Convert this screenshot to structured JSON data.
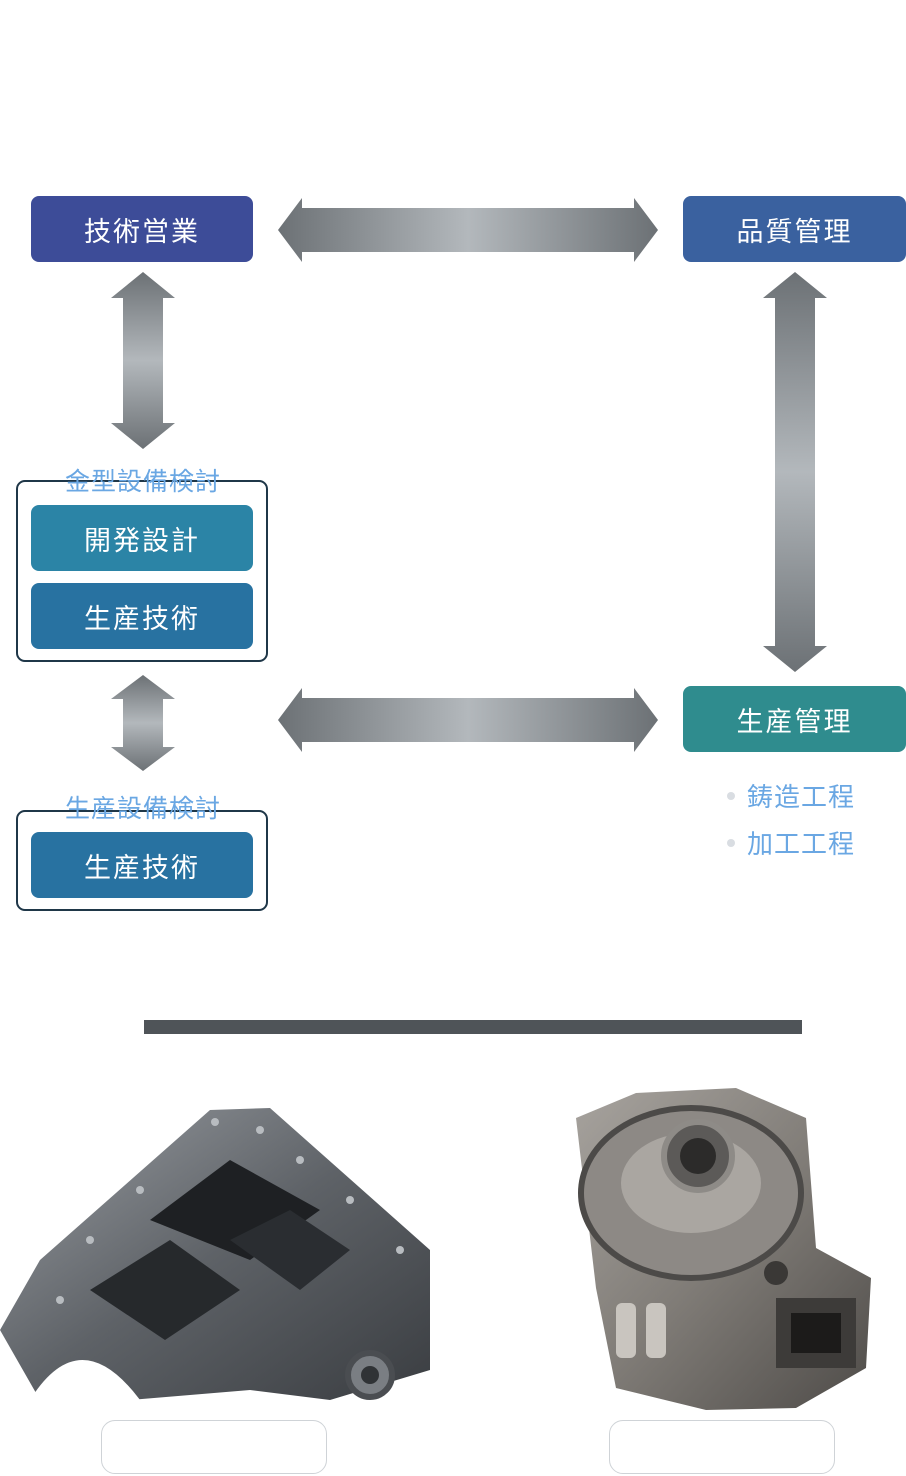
{
  "nodes": {
    "sales": "技術営業",
    "quality": "品質管理",
    "dev_design": "開発設計",
    "prod_tech_1": "生産技術",
    "prod_tech_2": "生産技術",
    "prod_mgmt": "生産管理"
  },
  "labels": {
    "mold_review": "金型設備検討",
    "prod_review": "生産設備検討"
  },
  "prod_mgmt_items": [
    "鋳造工程",
    "加工工程"
  ],
  "colors": {
    "sales": "#3d4c98",
    "quality": "#3a619f",
    "dev_design": "#2b84a6",
    "prod_tech": "#2872a1",
    "prod_mgmt": "#2f8c8e",
    "label_blue": "#6aa7e3",
    "group_border": "#1f3748"
  },
  "icons": {
    "arrow": "double-arrow-icon"
  }
}
